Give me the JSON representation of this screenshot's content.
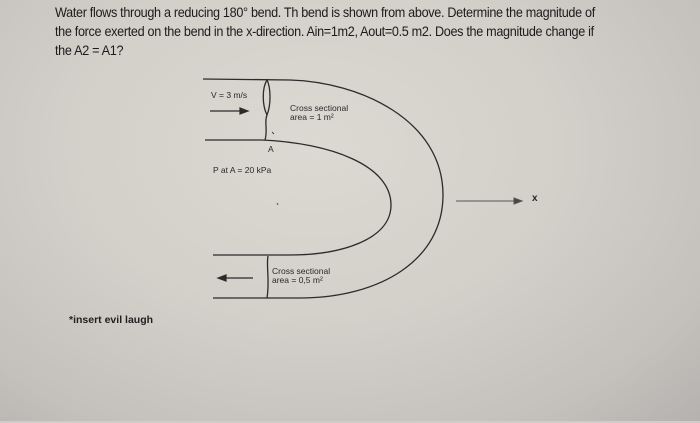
{
  "problem": {
    "lines": [
      "Water flows through a reducing 180° bend. Th bend is shown from above. Determine the magnitude of",
      "the force exerted on the bend in the x-direction. Ain=1m2, Aout=0.5 m2. Does the magnitude change if",
      "the A2 = A1?"
    ]
  },
  "diagram": {
    "inlet_velocity": "V = 3 m/s",
    "inlet_area_line1": "Cross sectional",
    "inlet_area_line2": "area = 1 m²",
    "point_label": "A",
    "pressure_label": "P at A = 20 kPa",
    "outlet_area_line1": "Cross sectional",
    "outlet_area_line2": "area = 0,5 m²",
    "axis_label": "x",
    "line_color": "#2b2b2b"
  },
  "note": "*insert evil laugh"
}
